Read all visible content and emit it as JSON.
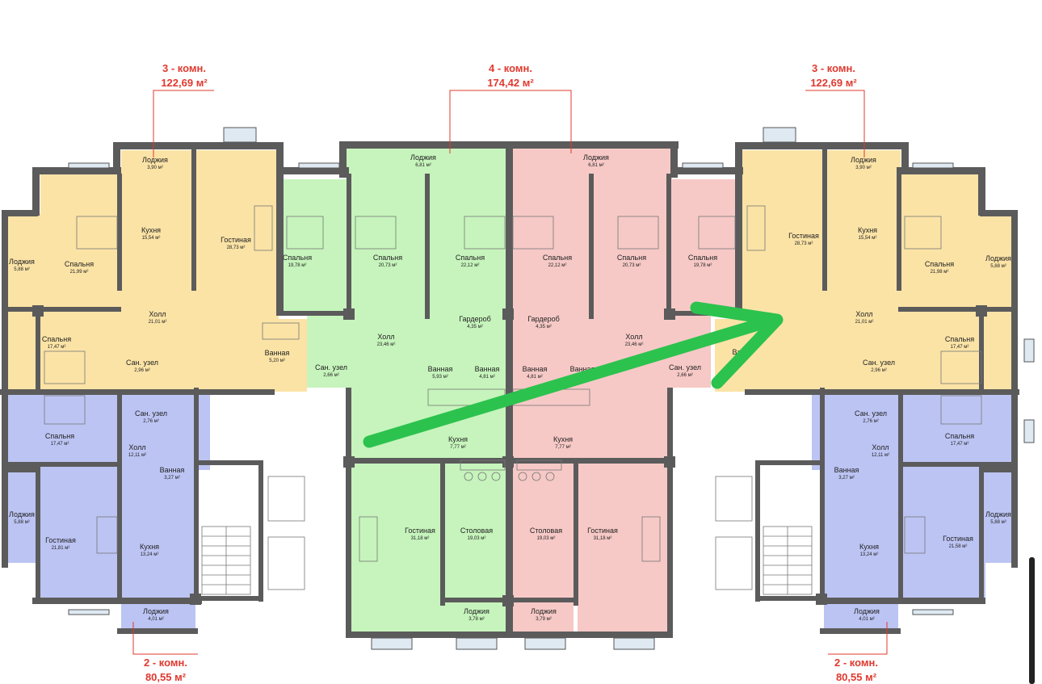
{
  "colors": {
    "yellow": "#fbe3a6",
    "green": "#c6f4bc",
    "pink": "#f6c9c6",
    "blue": "#bcc4f3",
    "wall": "#5b5b5b",
    "arrow": "#2cc24e",
    "label": "#e0392f"
  },
  "apartments": {
    "top_left": {
      "type": "3 - комн.",
      "area": "122,69 м²"
    },
    "top_center": {
      "type": "4 - комн.",
      "area": "174,42 м²"
    },
    "top_right": {
      "type": "3 - комн.",
      "area": "122,69 м²"
    },
    "bottom_left": {
      "type": "2 - комн.",
      "area": "80,55 м²"
    },
    "bottom_right": {
      "type": "2 - комн.",
      "area": "80,55 м²"
    }
  },
  "rooms": {
    "yl_loggia_top": {
      "name": "Лоджия",
      "area": "3,90 м²"
    },
    "yl_loggia_side": {
      "name": "Лоджия",
      "area": "5,88 м²"
    },
    "yl_bedroom1": {
      "name": "Спальня",
      "area": "21,99 м²"
    },
    "yl_kitchen": {
      "name": "Кухня",
      "area": "15,54 м²"
    },
    "yl_living": {
      "name": "Гостиная",
      "area": "28,73 м²"
    },
    "yl_hall": {
      "name": "Холл",
      "area": "21,01 м²"
    },
    "yl_bedroom2": {
      "name": "Спальня",
      "area": "17,47 м²"
    },
    "yl_wc": {
      "name": "Сан. узел",
      "area": "2,96 м²"
    },
    "yl_bath": {
      "name": "Ванная",
      "area": "5,20 м²"
    },
    "g_loggia": {
      "name": "Лоджия",
      "area": "6,81 м²"
    },
    "g_bedroom1": {
      "name": "Спальня",
      "area": "19,78 м²"
    },
    "g_bedroom2": {
      "name": "Спальня",
      "area": "20,73 м²"
    },
    "g_bedroom3": {
      "name": "Спальня",
      "area": "22,12 м²"
    },
    "g_hall": {
      "name": "Холл",
      "area": "23,46 м²"
    },
    "g_wardrobe": {
      "name": "Гардероб",
      "area": "4,35 м²"
    },
    "g_bath1": {
      "name": "Ванная",
      "area": "5,93 м²"
    },
    "g_bath2": {
      "name": "Ванная",
      "area": "4,81 м²"
    },
    "g_wc": {
      "name": "Сан. узел",
      "area": "2,66 м²"
    },
    "g_kitchen": {
      "name": "Кухня",
      "area": "7,77 м²"
    },
    "g_living": {
      "name": "Гостиная",
      "area": "31,18 м²"
    },
    "g_dining": {
      "name": "Столовая",
      "area": "19,03 м²"
    },
    "g_loggia_bottom": {
      "name": "Лоджия",
      "area": "3,78 м²"
    },
    "p_loggia": {
      "name": "Лоджия",
      "area": "6,81 м²"
    },
    "p_bedroom1": {
      "name": "Спальня",
      "area": "22,12 м²"
    },
    "p_bedroom2": {
      "name": "Спальня",
      "area": "20,73 м²"
    },
    "p_bedroom3": {
      "name": "Спальня",
      "area": "19,78 м²"
    },
    "p_hall": {
      "name": "Холл",
      "area": "23,46 м²"
    },
    "p_wardrobe": {
      "name": "Гардероб",
      "area": "4,35 м²"
    },
    "p_bath1": {
      "name": "Ванная",
      "area": "4,81 м²"
    },
    "p_bath2": {
      "name": "Ванная",
      "area": "6,93 м²"
    },
    "p_wc": {
      "name": "Сан. узел",
      "area": "2,66 м²"
    },
    "p_kitchen": {
      "name": "Кухня",
      "area": "7,77 м²"
    },
    "p_dining": {
      "name": "Столовая",
      "area": "19,03 м²"
    },
    "p_living": {
      "name": "Гостиная",
      "area": "31,18 м²"
    },
    "p_loggia_bottom": {
      "name": "Лоджия",
      "area": "3,79 м²"
    },
    "yr_loggia_top": {
      "name": "Лоджия",
      "area": "3,90 м²"
    },
    "yr_living": {
      "name": "Гостиная",
      "area": "28,73 м²"
    },
    "yr_kitchen": {
      "name": "Кухня",
      "area": "15,54 м²"
    },
    "yr_bedroom1": {
      "name": "Спальня",
      "area": "21,98 м²"
    },
    "yr_loggia_side": {
      "name": "Лоджия",
      "area": "5,88 м²"
    },
    "yr_hall": {
      "name": "Холл",
      "area": "21,01 м²"
    },
    "yr_bedroom2": {
      "name": "Спальня",
      "area": "17,47 м²"
    },
    "yr_wc": {
      "name": "Сан. узел",
      "area": "2,96 м²"
    },
    "yr_bath": {
      "name": "Ванн",
      "area": ""
    },
    "bl_wc": {
      "name": "Сан. узел",
      "area": "2,76 м²"
    },
    "bl_bedroom": {
      "name": "Спальня",
      "area": "17,47 м²"
    },
    "bl_hall": {
      "name": "Холл",
      "area": "12,11 м²"
    },
    "bl_bath": {
      "name": "Ванная",
      "area": "3,27 м²"
    },
    "bl_loggia_side": {
      "name": "Лоджия",
      "area": "5,88 м²"
    },
    "bl_living": {
      "name": "Гостиная",
      "area": "21,81 м²"
    },
    "bl_kitchen": {
      "name": "Кухня",
      "area": "13,24 м²"
    },
    "bl_loggia_bottom": {
      "name": "Лоджия",
      "area": "4,01 м²"
    },
    "br_wc": {
      "name": "Сан. узел",
      "area": "2,76 м²"
    },
    "br_bedroom": {
      "name": "Спальня",
      "area": "17,47 м²"
    },
    "br_hall": {
      "name": "Холл",
      "area": "12,11 м²"
    },
    "br_bath": {
      "name": "Ванная",
      "area": "3,27 м²"
    },
    "br_loggia_side": {
      "name": "Лоджия",
      "area": "5,88 м²"
    },
    "br_living": {
      "name": "Гостиная",
      "area": "21,58 м²"
    },
    "br_kitchen": {
      "name": "Кухня",
      "area": "13,24 м²"
    },
    "br_loggia_bottom": {
      "name": "Лоджия",
      "area": "4,01 м²"
    }
  }
}
